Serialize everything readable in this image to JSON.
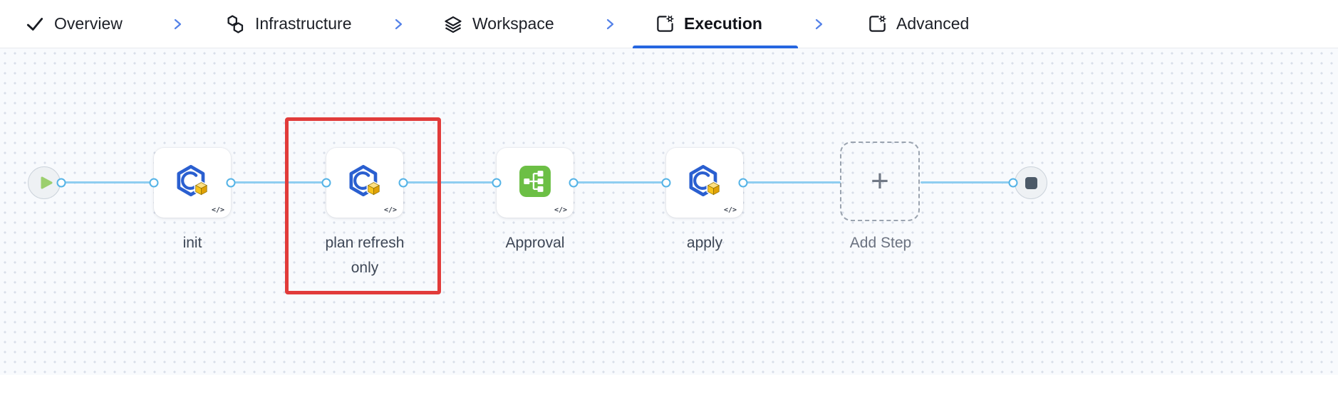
{
  "nav": {
    "items": [
      {
        "label": "Overview",
        "icon": "check-icon",
        "active": false
      },
      {
        "label": "Infrastructure",
        "icon": "hexagons-icon",
        "active": false
      },
      {
        "label": "Workspace",
        "icon": "layers-icon",
        "active": false
      },
      {
        "label": "Execution",
        "icon": "panel-gear-icon",
        "active": true
      },
      {
        "label": "Advanced",
        "icon": "panel-gear-icon",
        "active": false
      }
    ]
  },
  "canvas": {
    "steps": [
      {
        "label": "init",
        "icon": "terraform-cube-icon",
        "badge": "</>",
        "highlighted": false
      },
      {
        "label": "plan refresh only",
        "icon": "terraform-cube-icon",
        "badge": "</>",
        "highlighted": true
      },
      {
        "label": "Approval",
        "icon": "approval-sitemap-icon",
        "badge": "</>",
        "highlighted": false
      },
      {
        "label": "apply",
        "icon": "terraform-cube-icon",
        "badge": "</>",
        "highlighted": false
      }
    ],
    "add_step": {
      "plus": "+",
      "label": "Add Step"
    },
    "start_icon": "play-icon",
    "end_icon": "stop-icon"
  },
  "colors": {
    "active_tab_underline": "#2566e0",
    "connection_line": "#8ecdf0",
    "connector_ring": "#54b3e6",
    "highlight_red": "#e13b3a",
    "approval_green": "#6cbf45",
    "terraform_blue": "#2a5fd0",
    "cube_yellow": "#fbc02d",
    "canvas_bg": "#f8fafd"
  }
}
